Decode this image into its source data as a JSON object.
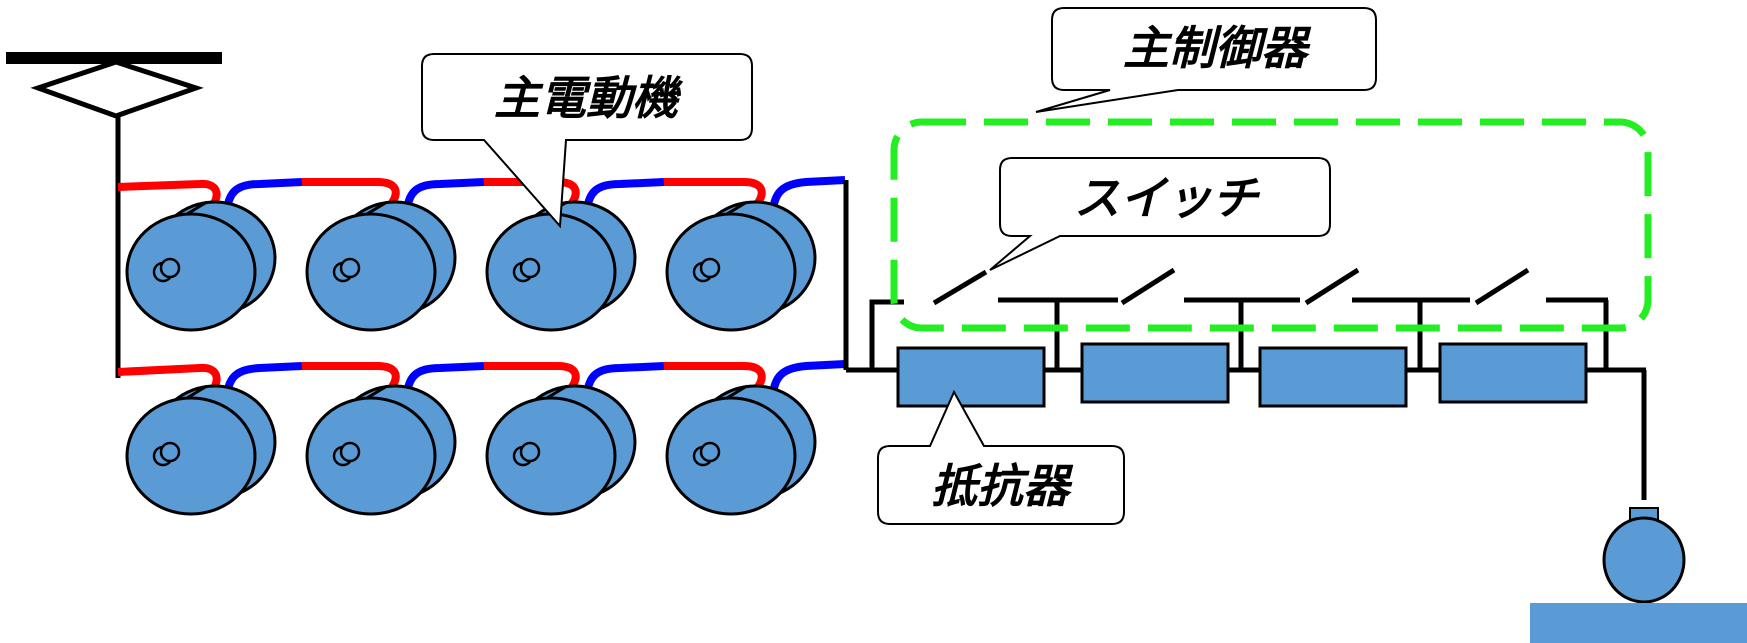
{
  "labels": {
    "main_controller": "主制御器",
    "main_motor": "主電動機",
    "switch": "スイッチ",
    "resistor": "抵抗器"
  },
  "colors": {
    "wire": "#000000",
    "lead_red": "#ff0000",
    "lead_blue": "#0000ff",
    "component_fill": "#5b9bd5",
    "controller_boundary": "#22ee22"
  },
  "counts": {
    "motor_rows": 2,
    "motors_per_row": 4,
    "resistors": 4,
    "switches": 4
  }
}
